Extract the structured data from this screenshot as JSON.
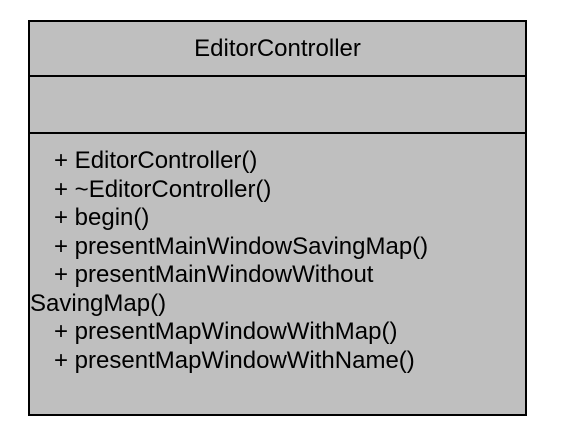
{
  "diagram": {
    "class_name": "EditorController",
    "attributes": [],
    "operations": [
      "+ EditorController()",
      "+ ~EditorController()",
      "+ begin()",
      "+ presentMainWindowSavingMap()",
      "+ presentMainWindowWithout",
      "SavingMap()",
      "+ presentMapWindowWithMap()",
      "+ presentMapWindowWithName()"
    ],
    "colors": {
      "fill": "#bfbfbf",
      "border": "#000000",
      "text": "#000000",
      "background": "#ffffff"
    }
  }
}
